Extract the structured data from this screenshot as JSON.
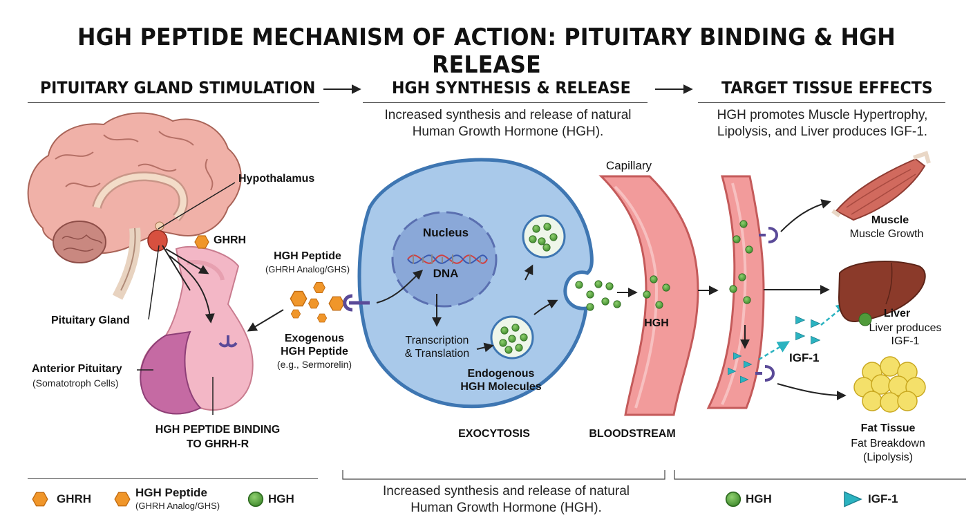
{
  "title": "HGH PEPTIDE MECHANISM OF ACTION: PITUITARY BINDING & HGH RELEASE",
  "sections": {
    "pituitary": "PITUITARY GLAND STIMULATION",
    "synthesis": "HGH SYNTHESIS & RELEASE",
    "target": "TARGET TISSUE EFFECTS"
  },
  "descriptions": {
    "synthesis": [
      "Increased synthesis and release of natural",
      "Human Growth Hormone (HGH)."
    ],
    "target": [
      "HGH promotes Muscle Hypertrophy,",
      "Lipolysis, and Liver produces IGF-1."
    ]
  },
  "labels": {
    "hypothalamus": "Hypothalamus",
    "ghrh": "GHRH",
    "pituitary_gland": "Pituitary Gland",
    "anterior_pituitary": "Anterior Pituitary",
    "somatotroph": "(Somatotroph Cells)",
    "binding": [
      "HGH PEPTIDE BINDING",
      "TO GHRH-R"
    ],
    "hgh_peptide": "HGH Peptide",
    "hgh_peptide_sub": "(GHRH Analog/GHS)",
    "exogenous": [
      "Exogenous",
      "HGH Peptide"
    ],
    "exogenous_sub": "(e.g., Sermorelin)",
    "nucleus": "Nucleus",
    "dna": "DNA",
    "transcription": [
      "Transcription",
      "& Translation"
    ],
    "endogenous": [
      "Endogenous",
      "HGH Molecules"
    ],
    "exocytosis": "EXOCYTOSIS",
    "capillary": "Capillary",
    "hgh_blood": "HGH",
    "bloodstream": "BLOODSTREAM",
    "muscle": "Muscle",
    "muscle_sub": "Muscle Growth",
    "liver": "Liver",
    "liver_sub": [
      "Liver produces",
      "IGF-1"
    ],
    "igf1": "IGF-1",
    "fat": "Fat Tissue",
    "fat_sub": [
      "Fat Breakdown",
      "(Lipolysis)"
    ]
  },
  "legend": {
    "ghrh": "GHRH",
    "hgh_peptide": "HGH Peptide",
    "hgh_peptide_sub": "(GHRH Analog/GHS)",
    "hgh": "HGH",
    "bottom_note": [
      "Increased synthesis and release of natural",
      "Human Growth Hormone (HGH)."
    ],
    "hgh_right": "HGH",
    "igf1": "IGF-1"
  },
  "colors": {
    "ghrh": "#f0962a",
    "hgh": "#4f9a3a",
    "igf1": "#2bb3c0",
    "vessel": "#f29b9b",
    "cell": "#a8c8ea",
    "receptor": "#6a5aa8"
  }
}
